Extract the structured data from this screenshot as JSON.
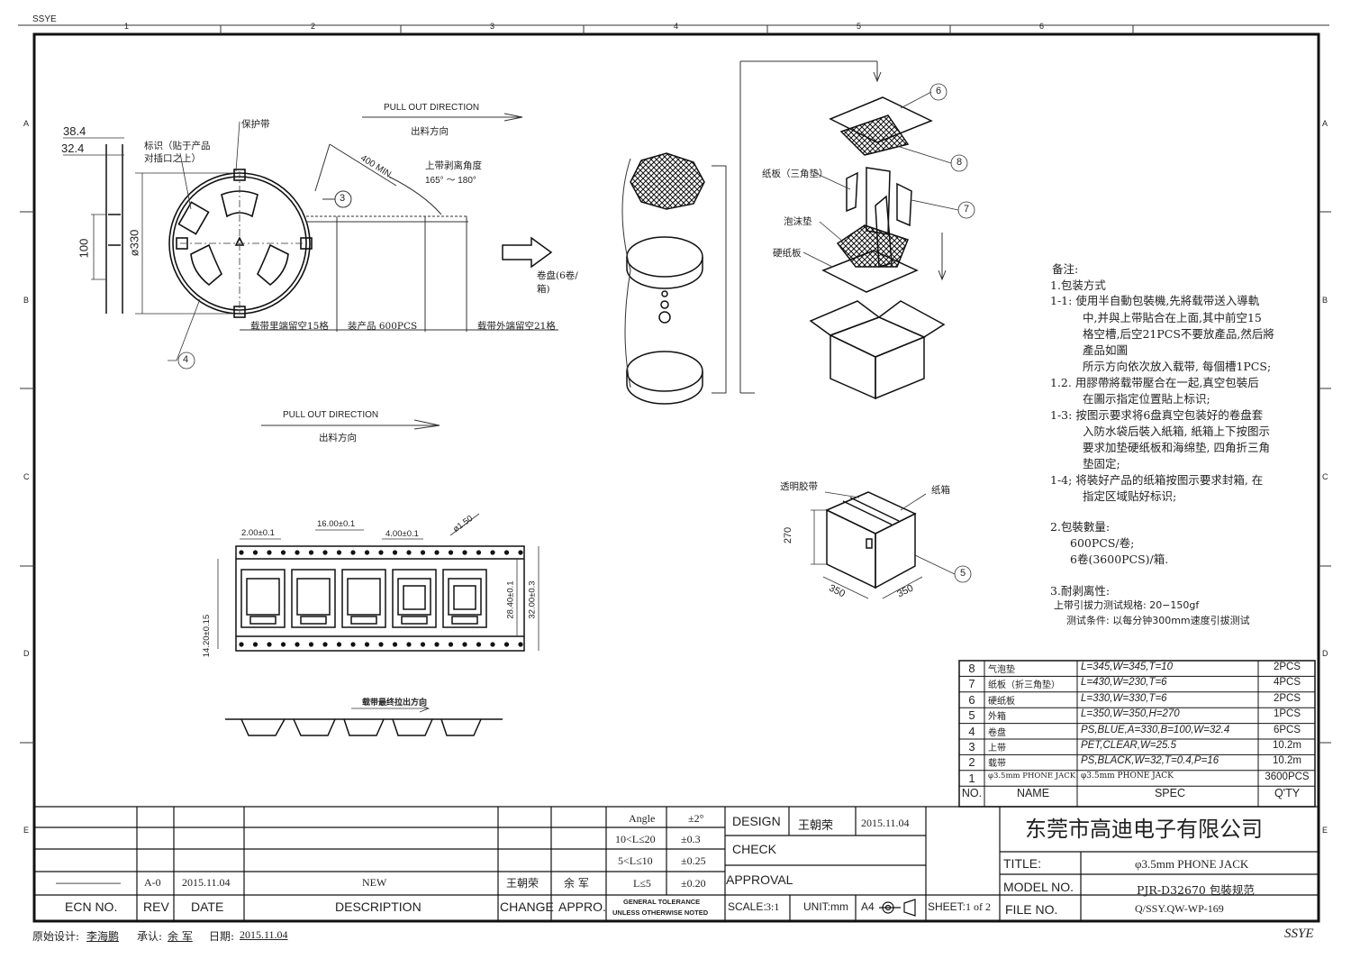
{
  "corner_tag": "SSYE",
  "grid": {
    "cols": [
      "1",
      "2",
      "3",
      "4",
      "5",
      "6"
    ],
    "rows": [
      "A",
      "B",
      "C",
      "D",
      "E"
    ]
  },
  "reel": {
    "dim_38": "38.4",
    "dim_32": "32.4",
    "dim_100": "100",
    "dim_330": "ø330",
    "label_mark": "标识（贴于产品",
    "label_mark2": "对插口之上）",
    "label_tape": "保护带",
    "balloon_3": "3",
    "balloon_4": "4"
  },
  "direction1": {
    "en": "PULL  OUT  DIRECTION",
    "cn": "出料方向"
  },
  "direction2": {
    "en": "PULL  OUT  DIRECTION",
    "cn": "出料方向"
  },
  "peel": {
    "min": "400  MIN.",
    "angle": "上带剥离角度",
    "angle2": "165° ～ 180°"
  },
  "tape_zones": {
    "left": "载带里端留空15格",
    "mid": "装产品 600PCS",
    "right": "载带外端留空21格"
  },
  "reel_stack": {
    "label": "卷盘(6卷/",
    "label2": "箱)"
  },
  "exploded": {
    "b6": "6",
    "b8": "8",
    "b7": "7",
    "b5": "5",
    "l_board": "纸板（三角垫）",
    "l_foam": "泡沫垫",
    "l_hard": "硬纸板",
    "l_tape": "透明胶带",
    "l_box": "纸箱",
    "d270": "270",
    "d350a": "350",
    "d350b": "350"
  },
  "carrier": {
    "d200": "2.00±0.1",
    "d1600": "16.00±0.1",
    "d400": "4.00±0.1",
    "d150": "ø1.50",
    "d1420": "14.20±0.15",
    "d2840": "28.40±0.1",
    "d3200": "32.00±0.3",
    "last": "载带最终拉出方向"
  },
  "notes": [
    "备注:",
    "1.包装方式",
    "1-1: 使用半自動包裝機,先將载带送入導軌",
    "中,并與上带貼合在上面,其中前空15",
    "格空槽,后空21PCS不要放產品,然后將",
    "產品如圖",
    "所示方向依次放入载带, 每個槽1PCS;",
    "1.2. 用膠帶將载带壓合在一起,真空包裝后",
    "在圖示指定位置貼上标识;",
    "1-3: 按图示要求将6盘真空包装好的卷盘套",
    "入防水袋后裝入紙箱, 紙箱上下按图示",
    "要求加垫硬纸板和海绵垫, 四角折三角",
    "垫固定;",
    "1-4; 将裝好产品的纸箱按图示要求封箱, 在",
    "指定区域贴好标识;",
    "2.包裝數量:",
    "600PCS/卷;",
    "6卷(3600PCS)/箱.",
    "3.耐剥离性:",
    "上带引拔力测试规格: 20−150gf",
    "测试条件: 以每分钟300mm速度引拔测试"
  ],
  "bom": {
    "rows": [
      {
        "no": "8",
        "name": "气泡垫",
        "spec": "L=345,W=345,T=10",
        "qty": "2PCS"
      },
      {
        "no": "7",
        "name": "纸板（折三角垫）",
        "spec": "L=430,W=230,T=6",
        "qty": "4PCS"
      },
      {
        "no": "6",
        "name": "硬纸板",
        "spec": "L=330,W=330,T=6",
        "qty": "2PCS"
      },
      {
        "no": "5",
        "name": "外箱",
        "spec": "L=350,W=350,H=270",
        "qty": "1PCS"
      },
      {
        "no": "4",
        "name": "卷盘",
        "spec": "PS,BLUE,A=330,B=100,W=32.4",
        "qty": "6PCS"
      },
      {
        "no": "3",
        "name": "上带",
        "spec": "PET,CLEAR,W=25.5",
        "qty": "10.2m"
      },
      {
        "no": "2",
        "name": "载带",
        "spec": "PS,BLACK,W=32,T=0.4,P=16",
        "qty": "10.2m"
      },
      {
        "no": "1",
        "name": "φ3.5mm PHONE JACK",
        "spec": "φ3.5mm PHONE JACK",
        "qty": "3600PCS"
      }
    ],
    "header": {
      "no": "NO.",
      "name": "NAME",
      "spec": "SPEC",
      "qty": "Q'TY"
    }
  },
  "title_block": {
    "rev_row": {
      "ecn": "——————",
      "rev": "A-0",
      "date": "2015.11.04",
      "desc": "NEW",
      "change": "王朝荣",
      "appro": "余 军"
    },
    "head": {
      "ecn": "ECN NO.",
      "rev": "REV",
      "date": "DATE",
      "desc": "DESCRIPTION",
      "change": "CHANGE",
      "appro": "APPRO."
    },
    "tol": [
      {
        "k": "Angle",
        "v": "±2°"
      },
      {
        "k": "10<L≤20",
        "v": "±0.3"
      },
      {
        "k": "5<L≤10",
        "v": "±0.25"
      },
      {
        "k": "L≤5",
        "v": "±0.20"
      }
    ],
    "tol_note1": "GENERAL TOLERANCE",
    "tol_note2": "UNLESS OTHERWISE NOTED",
    "design": "DESIGN",
    "designer": "王朝荣",
    "design_date": "2015.11.04",
    "check": "CHECK",
    "approval": "APPROVAL",
    "scale_label": "SCALE:",
    "scale": "3:1",
    "unit": "UNIT:mm",
    "size": "A4",
    "sheet_label": "SHEET:",
    "sheet": "1 of 2",
    "company": "东莞市高迪电子有限公司",
    "title_label": "TITLE:",
    "title": "φ3.5mm PHONE JACK",
    "model_label": "MODEL NO.",
    "model": "PJR-D32670 包裝规范",
    "file_label": "FILE NO.",
    "file": "Q/SSY.QW-WP-169"
  },
  "footer": {
    "designer_label": "原始设计:",
    "designer": "李海鹏",
    "approver_label": "承认:",
    "approver": "余 军",
    "date_label": "日期:",
    "date": "2015.11.04",
    "tag": "SSYE"
  }
}
